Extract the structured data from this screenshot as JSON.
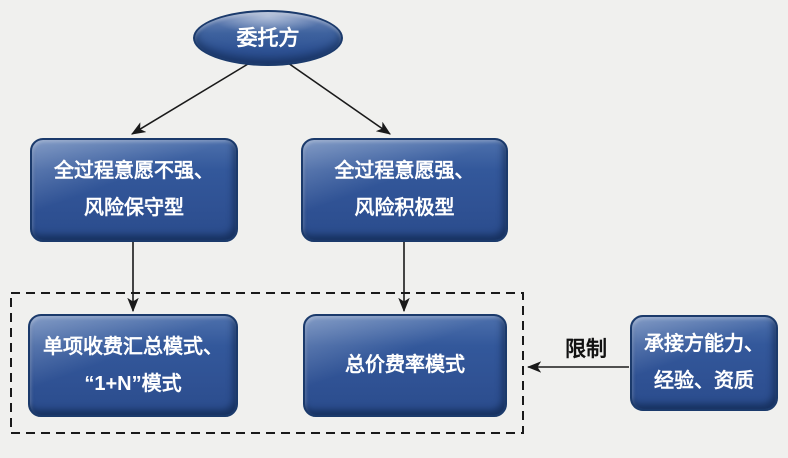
{
  "colors": {
    "background": "#f0f0ee",
    "node_fill": "#33589b",
    "node_fill_dark": "#2a4c8c",
    "node_border": "#1b3a6b",
    "node_text": "#ffffff",
    "connector": "#1a1a1a"
  },
  "diagram": {
    "root": {
      "label": "委托方"
    },
    "level2": [
      {
        "line1": "全过程意愿不强、",
        "line2": "风险保守型"
      },
      {
        "line1": "全过程意愿强、",
        "line2": "风险积极型"
      }
    ],
    "level3": [
      {
        "line1": "单项收费汇总模式、",
        "line2": "“1+N”模式"
      },
      {
        "line1": "总价费率模式"
      }
    ],
    "side_node": {
      "line1": "承接方能力、",
      "line2": "经验、资质"
    },
    "edge_label": "限制"
  }
}
